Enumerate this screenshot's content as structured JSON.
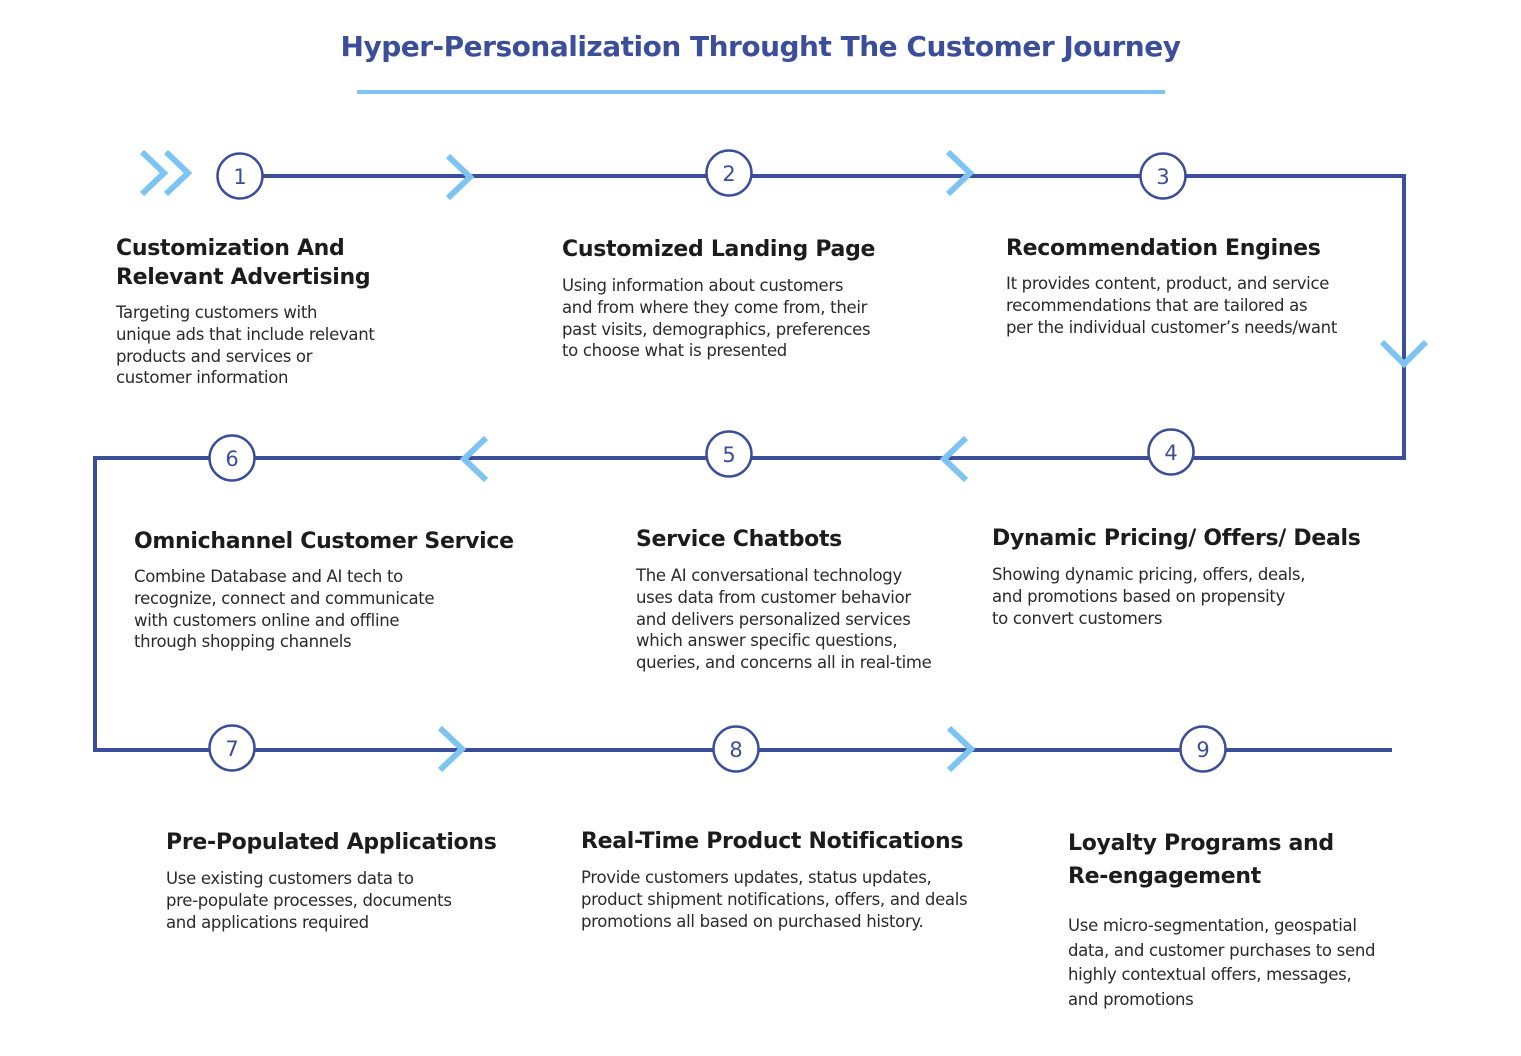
{
  "title": "Hyper-Personalization Throught The Customer Journey",
  "colors": {
    "title": "#3b4e9a",
    "path": "#3b4e9a",
    "chevron": "#7ec4f2",
    "badge_border": "#3b4e9a",
    "badge_text": "#3b4e9a"
  },
  "steps": [
    {
      "number": "1",
      "title": "Customization And\nRelevant Advertising",
      "description": "Targeting customers with\nunique  ads that include relevant\nproducts and services or\ncustomer information"
    },
    {
      "number": "2",
      "title": "Customized Landing Page",
      "description": "Using information about customers\nand from where they come from, their\npast visits, demographics, preferences\nto choose what is presented"
    },
    {
      "number": "3",
      "title": "Recommendation Engines",
      "description": "It provides content, product, and service\nrecommendations  that are tailored as\nper the  individual customer’s needs/want"
    },
    {
      "number": "4",
      "title": "Dynamic Pricing/ Offers/ Deals",
      "description": "Showing dynamic pricing, offers, deals,\nand promotions based on propensity\nto convert customers"
    },
    {
      "number": "5",
      "title": "Service Chatbots",
      "description": "The AI conversational technology\nuses data from customer behavior\n and delivers personalized services\nwhich answer specific questions,\nqueries,  and concerns all in real-time"
    },
    {
      "number": "6",
      "title": "Omnichannel Customer Service",
      "description": "Combine Database and AI tech to\nrecognize, connect and communicate\nwith customers online and offline\nthrough shopping channels"
    },
    {
      "number": "7",
      "title": "Pre-Populated Applications",
      "description": "Use existing customers data to\npre-populate processes, documents\nand applications required"
    },
    {
      "number": "8",
      "title": "Real-Time Product Notifications",
      "description": "Provide customers updates, status updates,\nproduct shipment notifications, offers, and deals\npromotions all based on purchased history."
    },
    {
      "number": "9",
      "title": "Loyalty Programs and\nRe-engagement",
      "description": "Use micro-segmentation, geospatial\ndata, and customer purchases to send\nhighly contextual offers, messages,\nand promotions"
    }
  ]
}
